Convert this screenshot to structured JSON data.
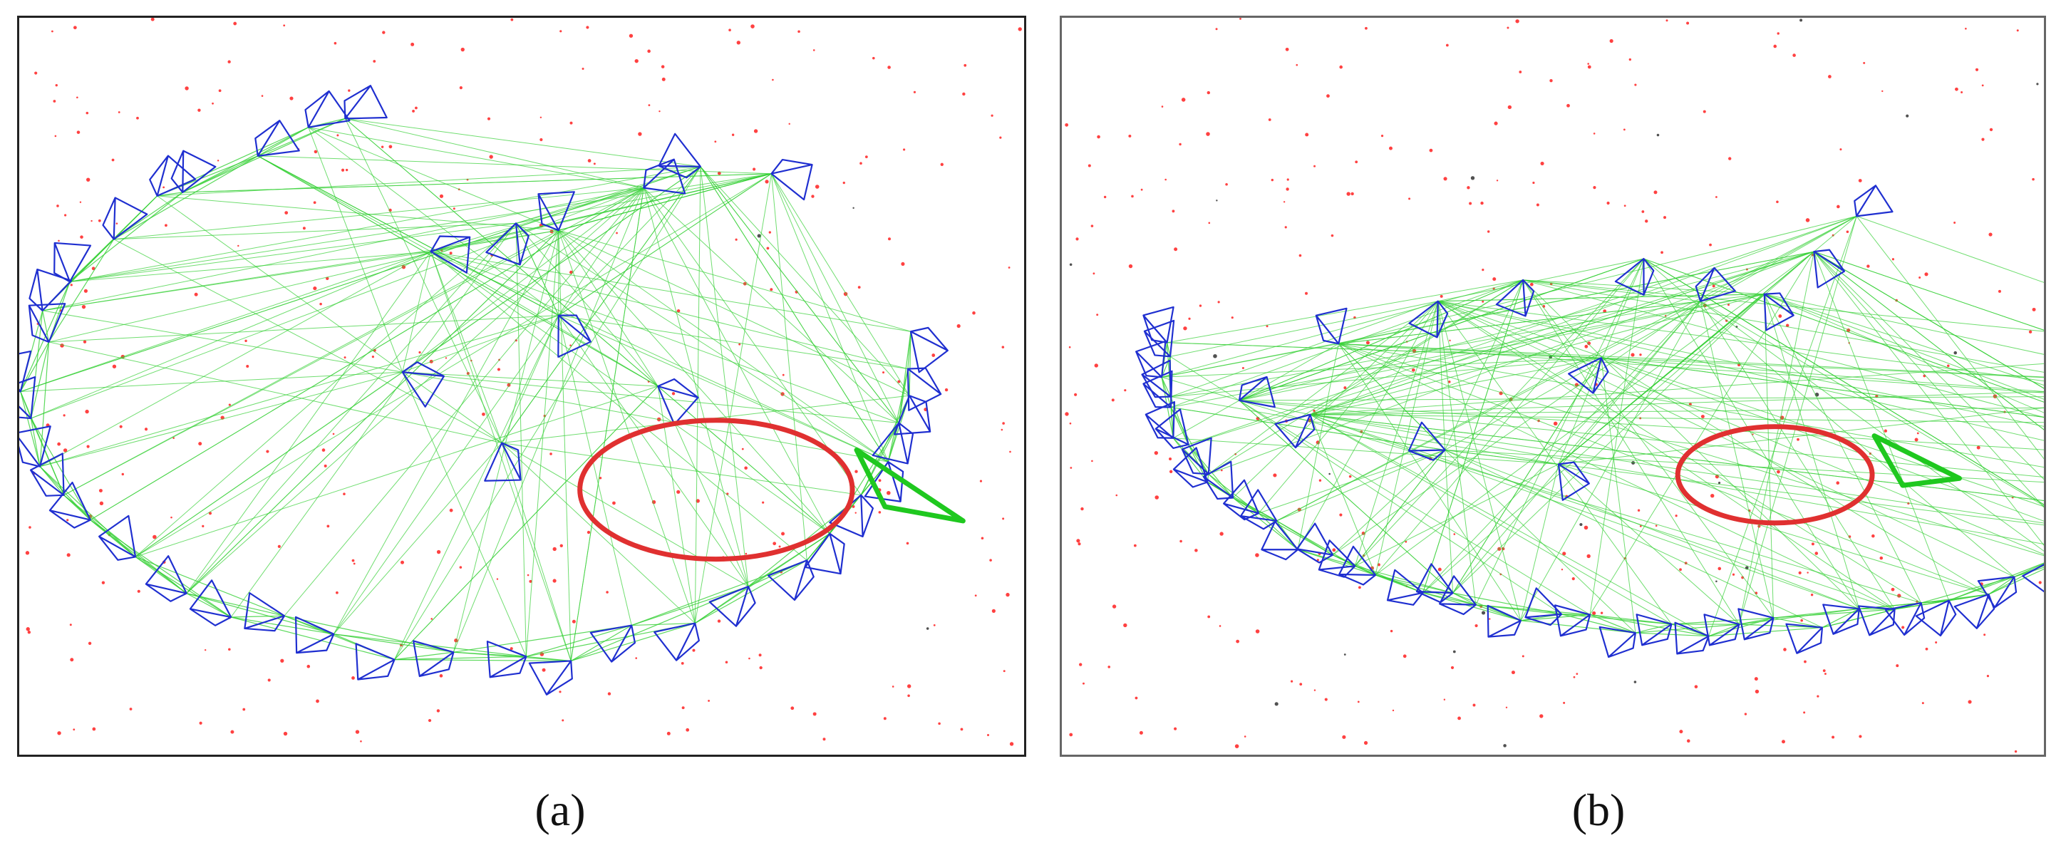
{
  "figure": {
    "panels": [
      {
        "id": "a",
        "caption": "(a)"
      },
      {
        "id": "b",
        "caption": "(b)"
      }
    ]
  },
  "colors": {
    "keyframe": "#1f2fd0",
    "covisibility_edge": "#34d034",
    "current_camera": "#1fc81f",
    "map_point": "#ff2020",
    "loop_highlight": "#e03030",
    "frame_border": "#222222"
  },
  "legend_semantics": {
    "blue_frustum": "keyframe-icon",
    "green_line": "covisibility-edge",
    "red_dot": "map-point",
    "red_ellipse": "highlight-ellipse"
  }
}
